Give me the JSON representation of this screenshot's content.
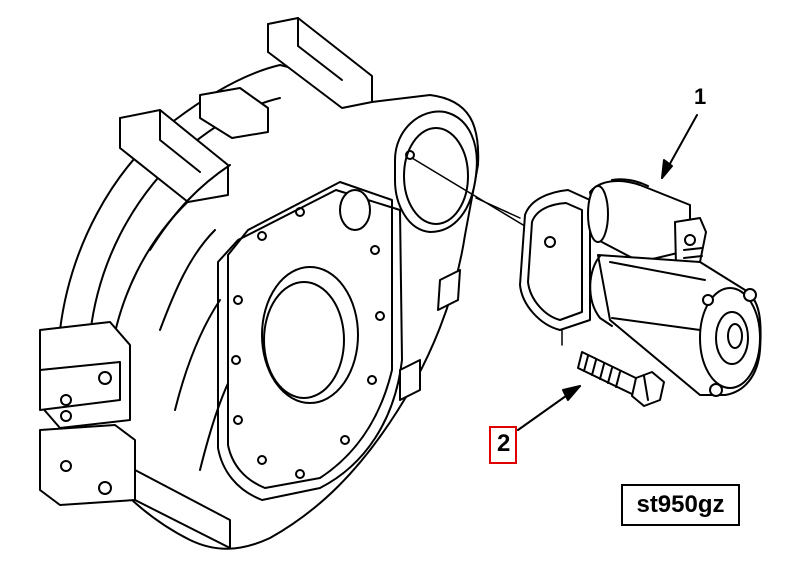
{
  "callouts": {
    "starter_number": "1",
    "bolt_number": "2"
  },
  "figure_code": "st950gz",
  "colors": {
    "line": "#000000",
    "background": "#ffffff",
    "highlight": "#e00000"
  },
  "parts": [
    {
      "number": "1",
      "icon": "starter-motor"
    },
    {
      "number": "2",
      "icon": "mounting-bolt"
    }
  ]
}
